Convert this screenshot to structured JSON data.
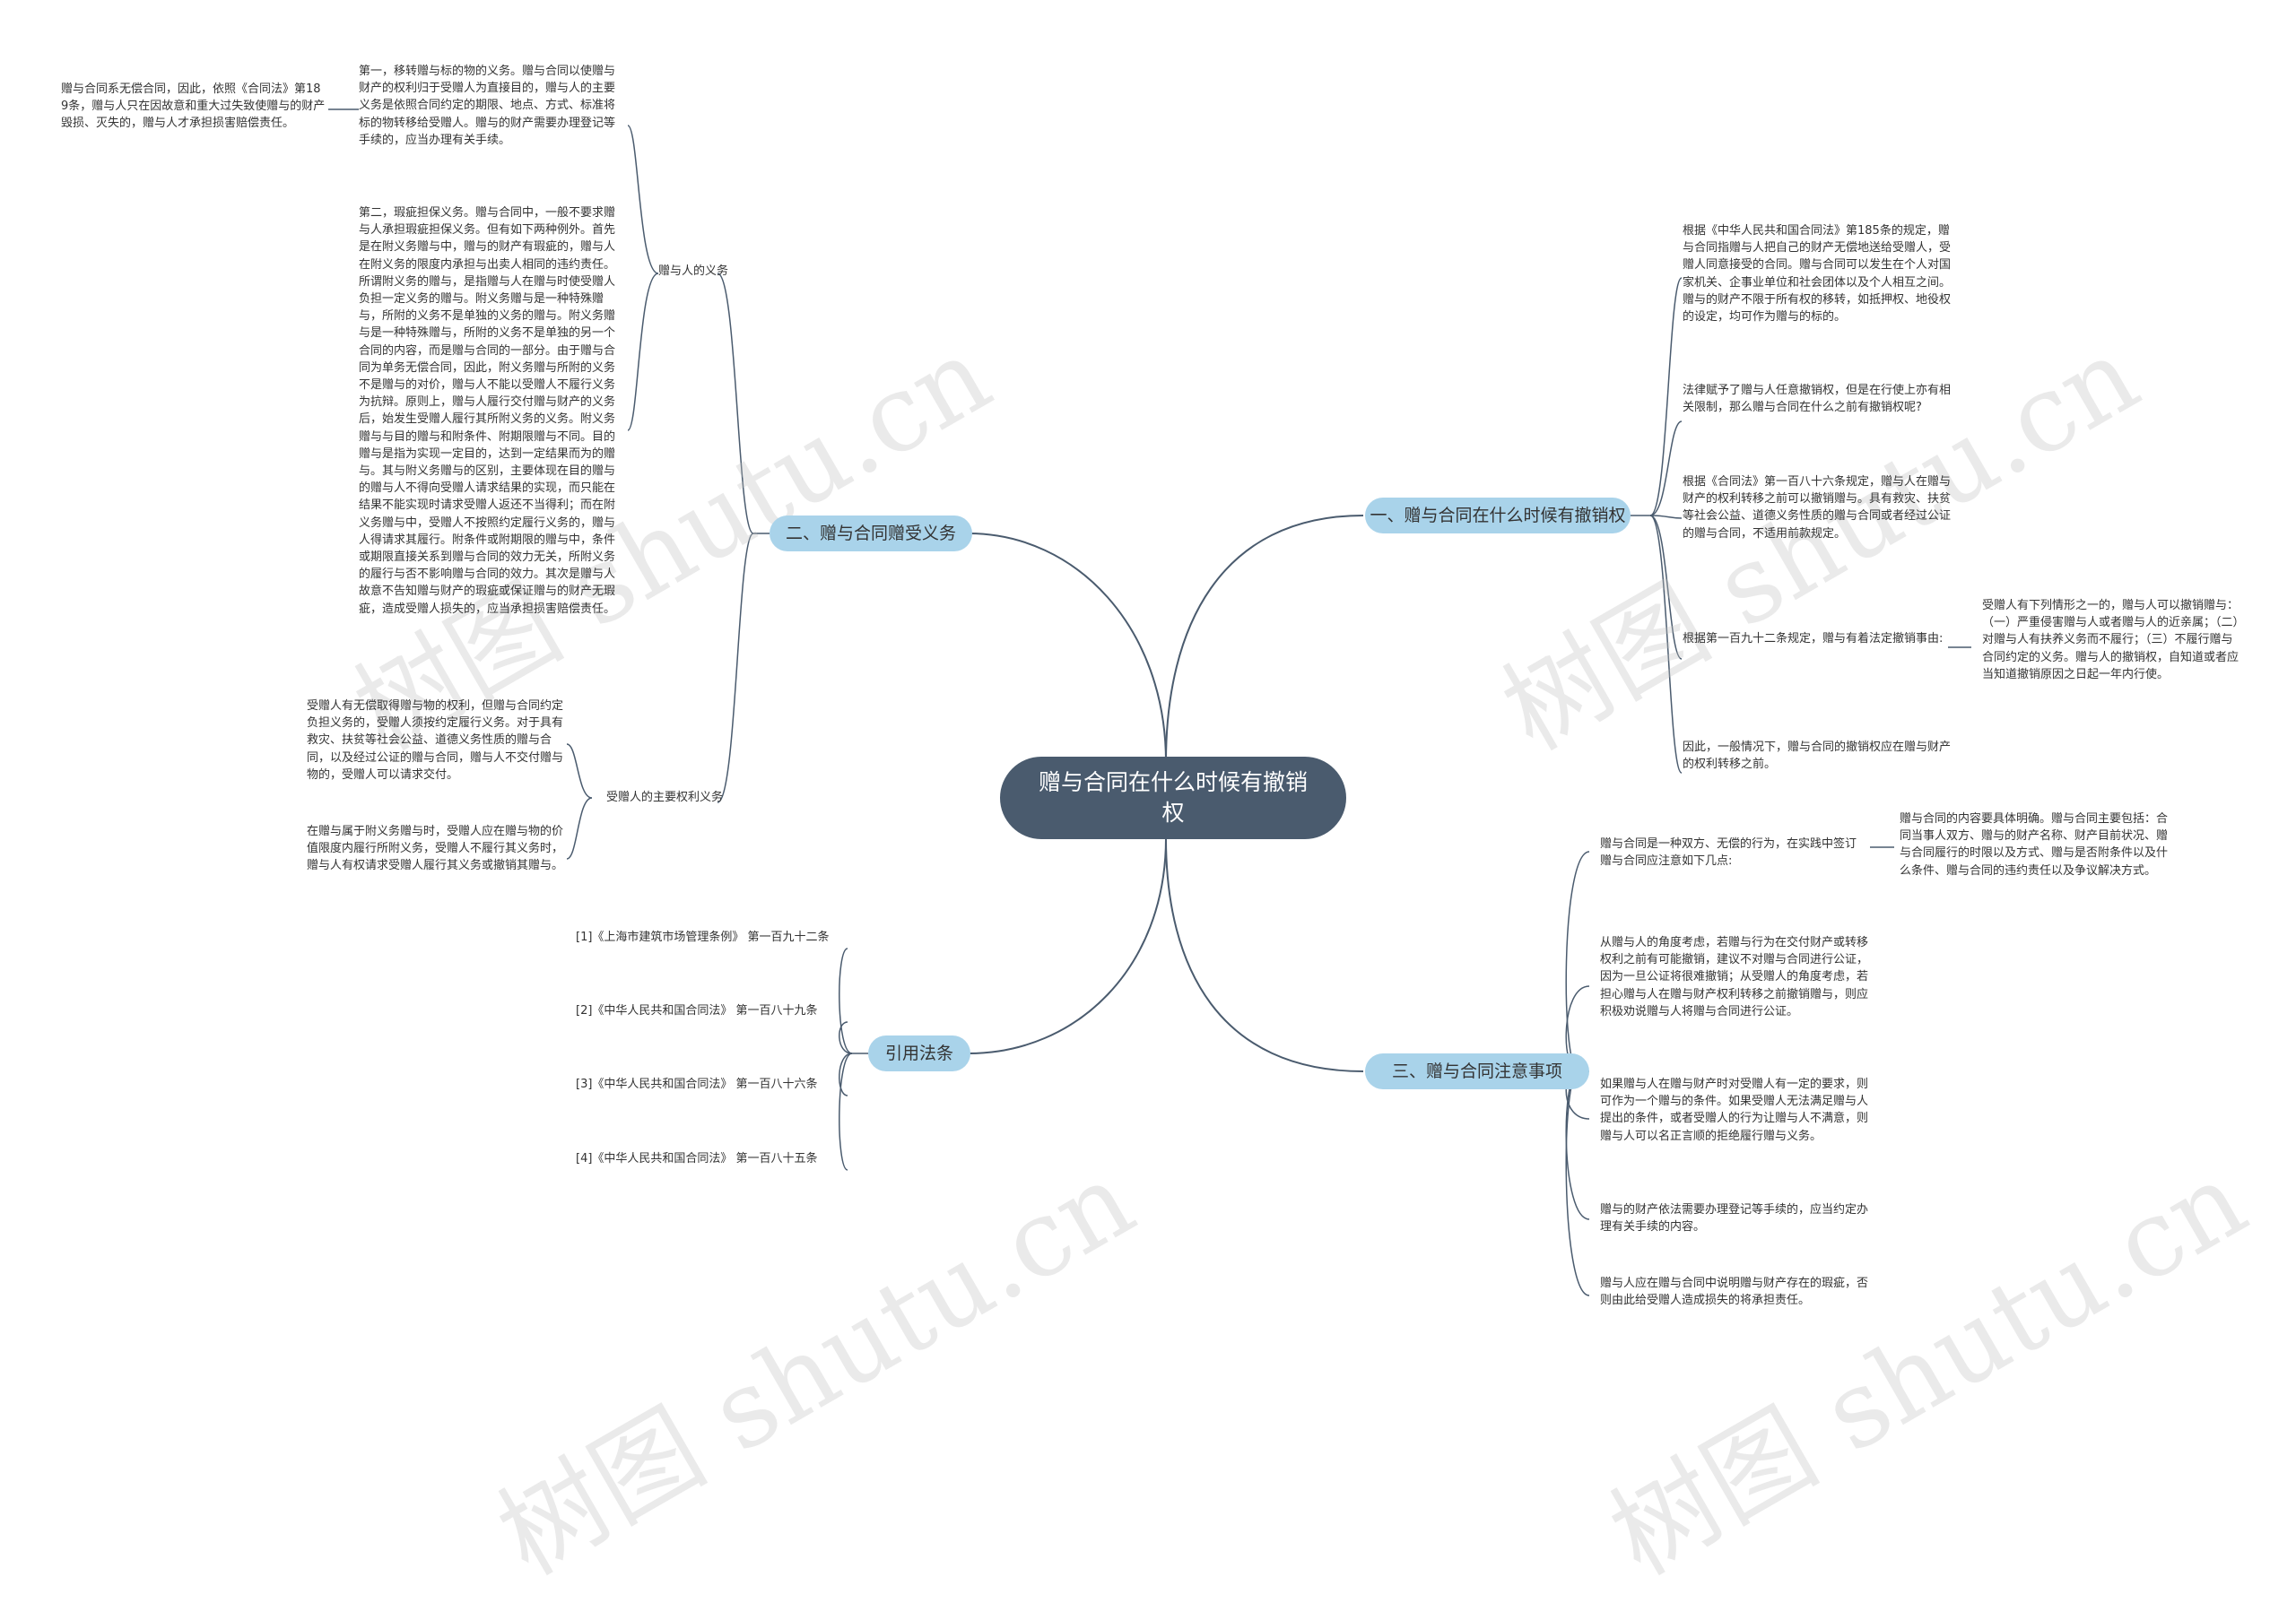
{
  "root": {
    "label": "赠与合同在什么时候有撤销权"
  },
  "branches": {
    "b1": {
      "label": "一、赠与合同在什么时候有撤销权",
      "items": [
        "根据《中华人民共和国合同法》第185条的规定，赠与合同指赠与人把自己的财产无偿地送给受赠人，受赠人同意接受的合同。赠与合同可以发生在个人对国家机关、企事业单位和社会团体以及个人相互之间。赠与的财产不限于所有权的移转，如抵押权、地役权的设定，均可作为赠与的标的。",
        "法律赋予了赠与人任意撤销权，但是在行使上亦有相关限制，那么赠与合同在什么之前有撤销权呢?",
        "根据《合同法》第一百八十六条规定，赠与人在赠与财产的权利转移之前可以撤销赠与。具有救灾、扶贫等社会公益、道德义务性质的赠与合同或者经过公证的赠与合同，不适用前款规定。",
        "根据第一百九十二条规定，赠与有着法定撤销事由:",
        "因此，一般情况下，赠与合同的撤销权应在赠与财产的权利转移之前。"
      ],
      "extra": "受赠人有下列情形之一的，赠与人可以撤销赠与：（一）严重侵害赠与人或者赠与人的近亲属；（二）对赠与人有扶养义务而不履行；（三）不履行赠与合同约定的义务。赠与人的撤销权，自知道或者应当知道撤销原因之日起一年内行使。"
    },
    "b2": {
      "label": "二、赠与合同赠受义务",
      "donor_duty": {
        "label": "赠与人的义务",
        "items": [
          "第一，移转赠与标的物的义务。赠与合同以使赠与财产的权利归于受赠人为直接目的，赠与人的主要义务是依照合同约定的期限、地点、方式、标准将标的物转移给受赠人。赠与的财产需要办理登记等手续的，应当办理有关手续。",
          "第二，瑕疵担保义务。赠与合同中，一般不要求赠与人承担瑕疵担保义务。但有如下两种例外。首先是在附义务赠与中，赠与的财产有瑕疵的，赠与人在附义务的限度内承担与出卖人相同的违约责任。所谓附义务的赠与，是指赠与人在赠与时使受赠人负担一定义务的赠与。附义务赠与是一种特殊赠与，所附的义务不是单独的义务的赠与。附义务赠与是一种特殊赠与，所附的义务不是单独的另一个合同的内容，而是赠与合同的一部分。由于赠与合同为单务无偿合同，因此，附义务赠与所附的义务不是赠与的对价，赠与人不能以受赠人不履行义务为抗辩。原则上，赠与人履行交付赠与财产的义务后，始发生受赠人履行其所附义务的义务。附义务赠与与目的赠与和附条件、附期限赠与不同。目的赠与是指为实现一定目的，达到一定结果而为的赠与。其与附义务赠与的区别，主要体现在目的赠与的赠与人不得向受赠人请求结果的实现，而只能在结果不能实现时请求受赠人返还不当得利；而在附义务赠与中，受赠人不按照约定履行义务的，赠与人得请求其履行。附条件或附期限的赠与中，条件或期限直接关系到赠与合同的效力无关，所附义务的履行与否不影响赠与合同的效力。其次是赠与人故意不告知赠与财产的瑕疵或保证赠与的财产无瑕疵，造成受赠人损失的，应当承担损害赔偿责任。"
        ],
        "extra": "赠与合同系无偿合同，因此，依照《合同法》第189条，赠与人只在因故意和重大过失致使赠与的财产毁损、灭失的，赠与人才承担损害赔偿责任。"
      },
      "donee_right": {
        "label": "受赠人的主要权利义务",
        "items": [
          "受赠人有无偿取得赠与物的权利，但赠与合同约定负担义务的，受赠人须按约定履行义务。对于具有救灾、扶贫等社会公益、道德义务性质的赠与合同，以及经过公证的赠与合同，赠与人不交付赠与物的，受赠人可以请求交付。",
          "在赠与属于附义务赠与时，受赠人应在赠与物的价值限度内履行所附义务，受赠人不履行其义务时，赠与人有权请求受赠人履行其义务或撤销其赠与。"
        ]
      }
    },
    "b3": {
      "label": "三、赠与合同注意事项",
      "items": [
        "赠与合同是一种双方、无偿的行为，在实践中签订赠与合同应注意如下几点:",
        "从赠与人的角度考虑，若赠与行为在交付财产或转移权利之前有可能撤销，建议不对赠与合同进行公证，因为一旦公证将很难撤销；从受赠人的角度考虑，若担心赠与人在赠与财产权利转移之前撤销赠与，则应积极劝说赠与人将赠与合同进行公证。",
        "如果赠与人在赠与财产时对受赠人有一定的要求，则可作为一个赠与的条件。如果受赠人无法满足赠与人提出的条件，或者受赠人的行为让赠与人不满意，则赠与人可以名正言顺的拒绝履行赠与义务。",
        "赠与的财产依法需要办理登记等手续的，应当约定办理有关手续的内容。",
        "赠与人应在赠与合同中说明赠与财产存在的瑕疵，否则由此给受赠人造成损失的将承担责任。"
      ],
      "extra": "赠与合同的内容要具体明确。赠与合同主要包括：合同当事人双方、赠与的财产名称、财产目前状况、赠与合同履行的时限以及方式、赠与是否附条件以及什么条件、赠与合同的违约责任以及争议解决方式。"
    },
    "b4": {
      "label": "引用法条",
      "items": [
        "[1]《上海市建筑市场管理条例》 第一百九十二条",
        "[2]《中华人民共和国合同法》 第一百八十九条",
        "[3]《中华人民共和国合同法》 第一百八十六条",
        "[4]《中华人民共和国合同法》 第一百八十五条"
      ]
    }
  },
  "watermark": "树图 shutu.cn",
  "colors": {
    "root": "#4a5b6e",
    "branch": "#a9d3ea",
    "line": "#4a5b6e"
  }
}
